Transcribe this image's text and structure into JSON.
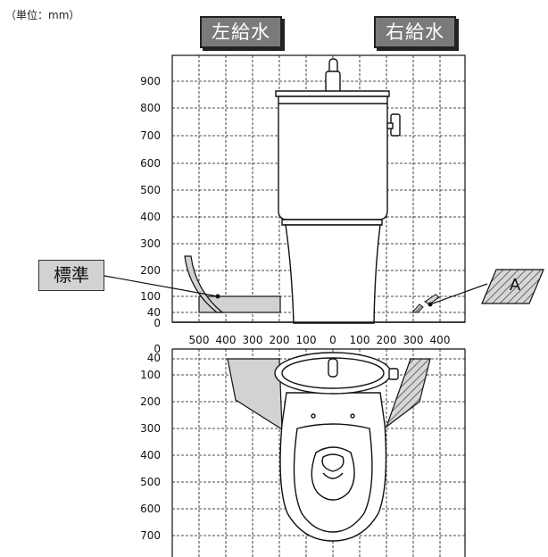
{
  "unit_note": "（単位：mm）",
  "left_supply_label": "左給水",
  "right_supply_label": "右給水",
  "standard_label": "標準",
  "region_a_label": "A",
  "elevation_y_ticks": [
    "900",
    "800",
    "700",
    "600",
    "500",
    "400",
    "300",
    "200",
    "100",
    "40",
    "0"
  ],
  "x_axis_ticks": [
    "500",
    "400",
    "300",
    "200",
    "100",
    "0",
    "100",
    "200",
    "300",
    "400"
  ],
  "plan_y_ticks": [
    "0",
    "40",
    "100",
    "200",
    "300",
    "400",
    "500",
    "600",
    "700"
  ]
}
